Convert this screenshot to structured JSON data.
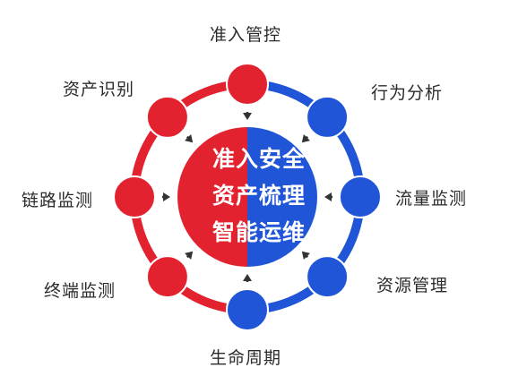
{
  "center": {
    "lines": [
      "准入安全",
      "资产梳理",
      "智能运维"
    ]
  },
  "nodes": [
    {
      "id": "access",
      "label": "准入管控",
      "color": "red"
    },
    {
      "id": "behavior",
      "label": "行为分析",
      "color": "blue"
    },
    {
      "id": "traffic",
      "label": "流量监测",
      "color": "blue"
    },
    {
      "id": "resource",
      "label": "资源管理",
      "color": "blue"
    },
    {
      "id": "lifecycle",
      "label": "生命周期",
      "color": "blue"
    },
    {
      "id": "terminal",
      "label": "终端监测",
      "color": "red"
    },
    {
      "id": "link",
      "label": "链路监测",
      "color": "red"
    },
    {
      "id": "asset",
      "label": "资产识别",
      "color": "red"
    }
  ],
  "colors": {
    "red": "#e2232f",
    "blue": "#1f55d6",
    "arrow": "#333333",
    "text": "#2b2b2b"
  }
}
